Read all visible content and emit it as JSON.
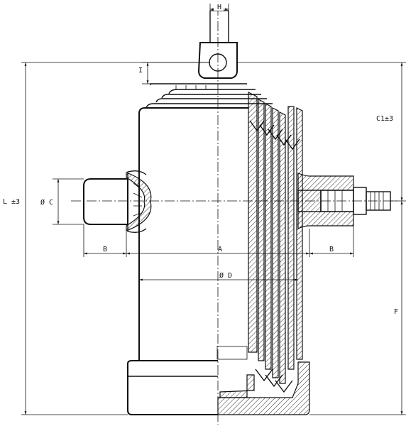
{
  "labels": {
    "h": "H",
    "i": "I",
    "c1": "C1±3",
    "l": "L ±3",
    "c": "Ø C",
    "b_left": "B",
    "a": "A",
    "b_right": "B",
    "d": "Ø D",
    "f": "F"
  }
}
